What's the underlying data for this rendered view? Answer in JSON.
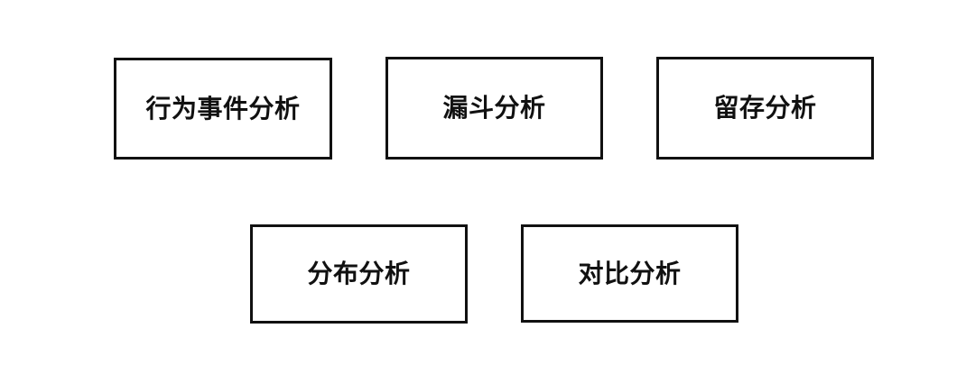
{
  "diagram": {
    "type": "flat-node-grid",
    "background_color": "#ffffff",
    "border_color": "#111111",
    "text_color": "#111111",
    "rows": [
      {
        "row_index": 1,
        "nodes": [
          {
            "id": "behavior-event-analysis",
            "label": "行为事件分析"
          },
          {
            "id": "funnel-analysis",
            "label": "漏斗分析"
          },
          {
            "id": "retention-analysis",
            "label": "留存分析"
          }
        ]
      },
      {
        "row_index": 2,
        "nodes": [
          {
            "id": "distribution-analysis",
            "label": "分布分析"
          },
          {
            "id": "comparison-analysis",
            "label": "对比分析"
          }
        ]
      }
    ]
  }
}
